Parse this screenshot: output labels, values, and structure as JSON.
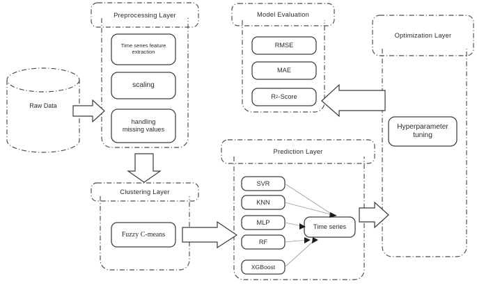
{
  "diagram": {
    "title": "Machine learning pipeline architecture flowchart",
    "colors": {
      "stroke": "#3a3a3a",
      "dashdot_stroke": "#4a4a4a",
      "text": "#2a2a2a",
      "background": "#ffffff",
      "connector": "#8d8d8d"
    },
    "source": {
      "label": "Raw Data",
      "shape": "cylinder"
    },
    "layers": [
      {
        "id": "preprocessing",
        "title": "Preprocessing Layer",
        "nodes": [
          {
            "id": "feature-extraction",
            "label": "Time series feature\nextraction"
          },
          {
            "id": "scaling",
            "label": "scaling"
          },
          {
            "id": "handling-missing-values",
            "label": "handling\nmissing values"
          }
        ]
      },
      {
        "id": "clustering",
        "title": "Clustering Layer",
        "nodes": [
          {
            "id": "fuzzy-c-means",
            "label": "Fuzzy C-means"
          }
        ]
      },
      {
        "id": "prediction",
        "title": "Prediction Layer",
        "nodes": [
          {
            "id": "svr",
            "label": "SVR"
          },
          {
            "id": "knn",
            "label": "KNN"
          },
          {
            "id": "mlp",
            "label": "MLP"
          },
          {
            "id": "rf",
            "label": "RF"
          },
          {
            "id": "xgboost",
            "label": "XGBoost"
          }
        ],
        "output_node": {
          "id": "time-series",
          "label": "Time series"
        }
      },
      {
        "id": "model-evaluation",
        "title": "Model Evaluation",
        "nodes": [
          {
            "id": "rmse",
            "label": "RMSE"
          },
          {
            "id": "mae",
            "label": "MAE"
          },
          {
            "id": "r2-score",
            "label_html": "R<sup>2</sup>-Score",
            "label": "R2-Score"
          }
        ]
      },
      {
        "id": "optimization",
        "title": "Optimization Layer",
        "nodes": [
          {
            "id": "hyperparameter-tuning",
            "label": "Hyperparameter\ntuning"
          }
        ]
      }
    ],
    "flows": [
      {
        "id": "rawdata-to-preprocessing",
        "from": "Raw Data",
        "to": "Preprocessing Layer",
        "direction": "right"
      },
      {
        "id": "preprocessing-to-clustering",
        "from": "Preprocessing Layer",
        "to": "Clustering Layer",
        "direction": "down"
      },
      {
        "id": "clustering-to-prediction",
        "from": "Clustering Layer",
        "to": "Prediction Layer",
        "direction": "right"
      },
      {
        "id": "prediction-to-optimization",
        "from": "Prediction Layer",
        "to": "Optimization Layer",
        "direction": "right"
      },
      {
        "id": "optimization-to-evaluation",
        "from": "Optimization Layer",
        "to": "Model Evaluation",
        "direction": "left"
      },
      {
        "id": "models-to-timeseries",
        "from": "SVR, KNN, MLP, RF, XGBoost",
        "to": "Time series",
        "direction": "right"
      }
    ]
  }
}
